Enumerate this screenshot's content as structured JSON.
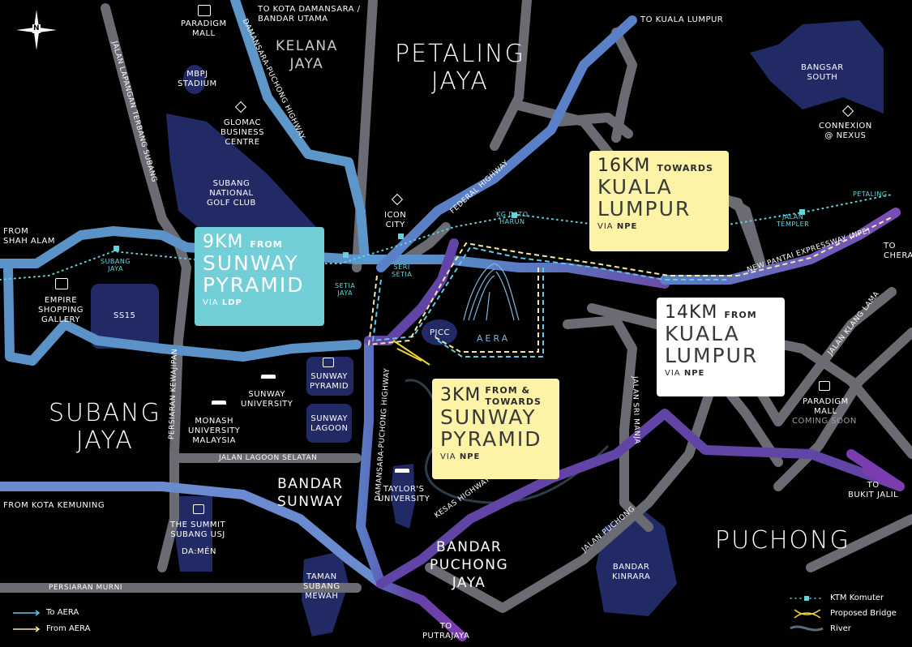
{
  "compass": {
    "letter": "N"
  },
  "areas": {
    "petaling_jaya": [
      "PETALING",
      "JAYA"
    ],
    "subang_jaya": [
      "SUBANG",
      "JAYA"
    ],
    "puchong": "PUCHONG",
    "kelana_jaya": [
      "KELANA",
      "JAYA"
    ],
    "bandar_sunway": [
      "BANDAR",
      "SUNWAY"
    ],
    "bandar_puchong_jaya": [
      "BANDAR",
      "PUCHONG",
      "JAYA"
    ]
  },
  "places": {
    "paradigm_mall": [
      "PARADIGM",
      "MALL"
    ],
    "mbpj_stadium": [
      "MBPJ",
      "STADIUM"
    ],
    "glomac": [
      "GLOMAC",
      "BUSINESS",
      "CENTRE"
    ],
    "subang_golf": [
      "SUBANG",
      "NATIONAL",
      "GOLF CLUB"
    ],
    "icon_city": [
      "ICON",
      "CITY"
    ],
    "bangsar_south": [
      "BANGSAR",
      "SOUTH"
    ],
    "connexion": [
      "CONNEXION",
      "@ NEXUS"
    ],
    "empire": [
      "EMPIRE",
      "SHOPPING",
      "GALLERY"
    ],
    "ss15": "SS15",
    "sunway_pyramid": [
      "SUNWAY",
      "PYRAMID"
    ],
    "sunway_lagoon": [
      "SUNWAY",
      "LAGOON"
    ],
    "sunway_university": [
      "SUNWAY",
      "UNIVERSITY"
    ],
    "monash": [
      "MONASH",
      "UNIVERSITY",
      "MALAYSIA"
    ],
    "taylors": [
      "TAYLOR'S",
      "UNIVERSITY"
    ],
    "summit": [
      "THE SUMMIT",
      "SUBANG USJ"
    ],
    "damen": "DA:MÉN",
    "taman_subang_mewah": [
      "TAMAN",
      "SUBANG",
      "MEWAH"
    ],
    "bandar_kinrara": [
      "BANDAR",
      "KINRARA"
    ],
    "paradigm_mall_2": [
      "PARADIGM",
      "MALL"
    ],
    "coming_soon": "COMING SOON",
    "pjcc": "PJCC",
    "aera": "AERA"
  },
  "roads": {
    "jalan_lapangan": "JALAN LAPANGAN TERBANG SUBANG",
    "damansara_puchong_top": "DAMANSARA-PUCHONG HIGHWAY",
    "damansara_puchong_mid": "DAMANSARA-PUCHONG HIGHWAY",
    "federal": "FEDERAL HIGHWAY",
    "npe": "NEW PANTAI EXPRESSWAY (NPE)",
    "kewajipan": "PERSIARAN KEWAJIPAN",
    "lagoon_selatan": "JALAN LAGOON SELATAN",
    "murni": "PERSIARAN MURNI",
    "kesas": "KESAS HIGHWAY",
    "jalan_puchong": "JALAN PUCHONG",
    "sri_manja": "JALAN SRI MANJA",
    "klang_lama": "JALAN KLANG LAMA"
  },
  "directions": {
    "kota_damansara": [
      "TO KOTA DAMANSARA /",
      "BANDAR UTAMA"
    ],
    "kuala_lumpur": "TO KUALA LUMPUR",
    "shah_alam": [
      "FROM",
      "SHAH ALAM"
    ],
    "cheras": [
      "TO",
      "CHERAS"
    ],
    "bukit_jalil": [
      "TO",
      "BUKIT JALIL"
    ],
    "kota_kemuning": "FROM KOTA KEMUNING",
    "putrajaya": [
      "TO",
      "PUTRAJAYA"
    ]
  },
  "stations": {
    "subang_jaya": [
      "SUBANG",
      "JAYA"
    ],
    "setia_jaya": [
      "SETIA",
      "JAYA"
    ],
    "seri_setia": [
      "SERI",
      "SETIA"
    ],
    "kg_dato_harun": [
      "KG DATO",
      "HARUN"
    ],
    "jalan_templer": [
      "JALAN",
      "TEMPLER"
    ],
    "petaling": "PETALING"
  },
  "callouts": {
    "sunway_9km": {
      "km": "9KM",
      "suffix": "FROM",
      "dest": [
        "SUNWAY",
        "PYRAMID"
      ],
      "via": "VIA",
      "via_road": "LDP",
      "color": "#72cfd8"
    },
    "kl_16km": {
      "km": "16KM",
      "suffix": "TOWARDS",
      "dest": [
        "KUALA",
        "LUMPUR"
      ],
      "via": "VIA",
      "via_road": "NPE",
      "color": "#fdf3a6"
    },
    "kl_14km": {
      "km": "14KM",
      "suffix": "FROM",
      "dest": [
        "KUALA",
        "LUMPUR"
      ],
      "via": "VIA",
      "via_road": "NPE",
      "color": "#ffffff"
    },
    "sunway_3km": {
      "km": "3KM",
      "suffix": "FROM &",
      "suffix2": "TOWARDS",
      "dest": [
        "SUNWAY",
        "PYRAMID"
      ],
      "via": "VIA",
      "via_road": "NPE",
      "color": "#fdf3a6"
    }
  },
  "legend": {
    "to_aera": "To AERA",
    "from_aera": "From AERA",
    "ktm": "KTM Komuter",
    "bridge": "Proposed Bridge",
    "river": "River"
  },
  "colors": {
    "background": "#010101",
    "road_grey": "#6b6b73",
    "highway_blue": "#5d97c9",
    "highway_purple": "#6a3fa3",
    "landmark_blue": "#222a66",
    "ktm_cyan": "#63d3dc",
    "route_to": "#61c9e4",
    "route_from": "#f5e8a4",
    "bridge": "#f2d534"
  }
}
